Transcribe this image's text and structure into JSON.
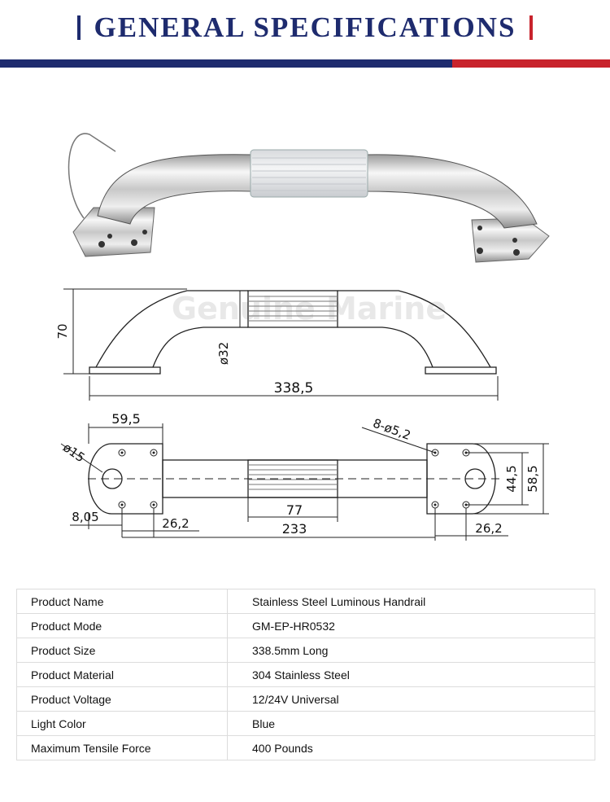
{
  "header": {
    "title": "GENERAL SPECIFICATIONS"
  },
  "drawing": {
    "watermark": "Genuine Marine",
    "side_view": {
      "height": "70",
      "diameter": "ø32",
      "length": "338,5"
    },
    "top_view": {
      "base_length": "59,5",
      "base_hole": "ø15",
      "screw_holes": "8-ø5,2",
      "offset": "8,05",
      "hole_spacing_left": "26,2",
      "light_length": "77",
      "center_distance": "233",
      "hole_spacing_right": "26,2",
      "inner_width": "44,5",
      "outer_width": "58,5"
    }
  },
  "specs": [
    {
      "label": "Product Name",
      "value": "Stainless Steel Luminous Handrail"
    },
    {
      "label": "Product Mode",
      "value": "GM-EP-HR0532"
    },
    {
      "label": "Product Size",
      "value": "338.5mm Long"
    },
    {
      "label": "Product Material",
      "value": "304 Stainless Steel"
    },
    {
      "label": "Product Voltage",
      "value": "12/24V Universal"
    },
    {
      "label": "Light Color",
      "value": "Blue"
    },
    {
      "label": "Maximum Tensile Force",
      "value": "400 Pounds"
    }
  ],
  "colors": {
    "navy": "#1e2b6e",
    "red": "#c8232c"
  }
}
